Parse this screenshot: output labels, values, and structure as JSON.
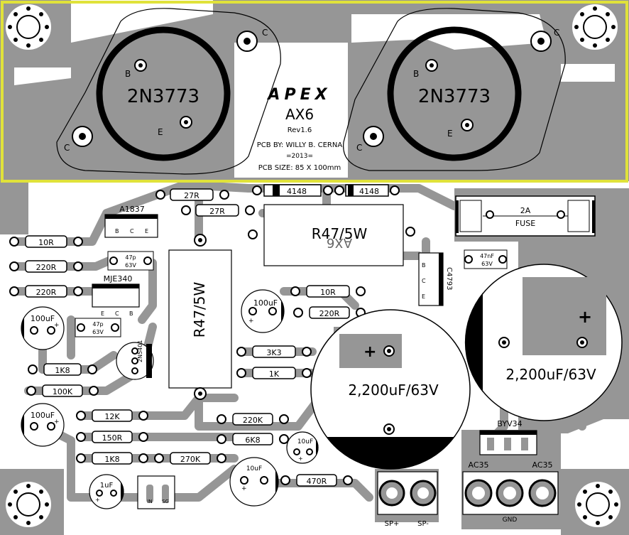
{
  "board": {
    "brand": "APEX",
    "model": "AX6",
    "rev": "Rev1.6",
    "pcb_by": "PCB BY: WILLY B. CERNA",
    "year": "=2013=",
    "pcb_size": "PCB SIZE: 85 X 100mm",
    "mirror_text": "AX6"
  },
  "transistors": {
    "left": {
      "label": "2N3773",
      "b": "B",
      "c1": "C",
      "c2": "C",
      "e": "E"
    },
    "right": {
      "label": "2N3773",
      "b": "B",
      "c1": "C",
      "c2": "C",
      "e": "E"
    }
  },
  "components": {
    "d1": "4148",
    "d2": "4148",
    "fuse_value": "2A",
    "fuse_label": "FUSE",
    "r_27r_a": "27R",
    "r_27r_b": "27R",
    "r47_top": "R47/5W",
    "r47_side": "R47/5W",
    "a1837": "A1837",
    "a1837_pins": [
      "B",
      "C",
      "E"
    ],
    "mje340": "MJE340",
    "mje340_pins": [
      "E",
      "C",
      "B"
    ],
    "c4793": "C4793",
    "c4793_pins": [
      "B",
      "C",
      "E"
    ],
    "cap_47p_a": [
      "47p",
      "63V"
    ],
    "cap_47p_b": [
      "47p",
      "63V"
    ],
    "cap_47n": [
      "47nF",
      "63V"
    ],
    "r_10r_left": "10R",
    "r_220r_a": "220R",
    "r_220r_b": "220R",
    "r_10r_mid": "10R",
    "r_220r_mid": "220R",
    "r_3k3": "3K3",
    "r_1k": "1K",
    "r_1k8_a": "1K8",
    "r_100k": "100K",
    "r_12k": "12K",
    "r_150r": "150R",
    "r_1k8_b": "1K8",
    "r_270k": "270K",
    "r_220k": "220K",
    "r_6k8": "6K8",
    "r_470r": "470R",
    "c_100u_left": "100uF",
    "c_100u_left2": "100uF",
    "c_100u_mid": "100uF",
    "c_10u_a": "10uF",
    "c_10u_b": "10uF",
    "c_1u": "1uF",
    "big_cap_left": "2,200uF/63V",
    "big_cap_right": "2,200uF/63V",
    "q_2n5401": "2N5401",
    "byv34": "BYV34",
    "ac35_left": "AC35",
    "ac35_right": "AC35",
    "gnd": "GND",
    "in": "IN",
    "sg": "SG",
    "sp_plus": "SP+",
    "sp_minus": "SP-",
    "plus": "+"
  },
  "colors": {
    "copper": "#969696",
    "highlight": "#e0e23a",
    "ink": "#000000",
    "board": "#ffffff"
  }
}
